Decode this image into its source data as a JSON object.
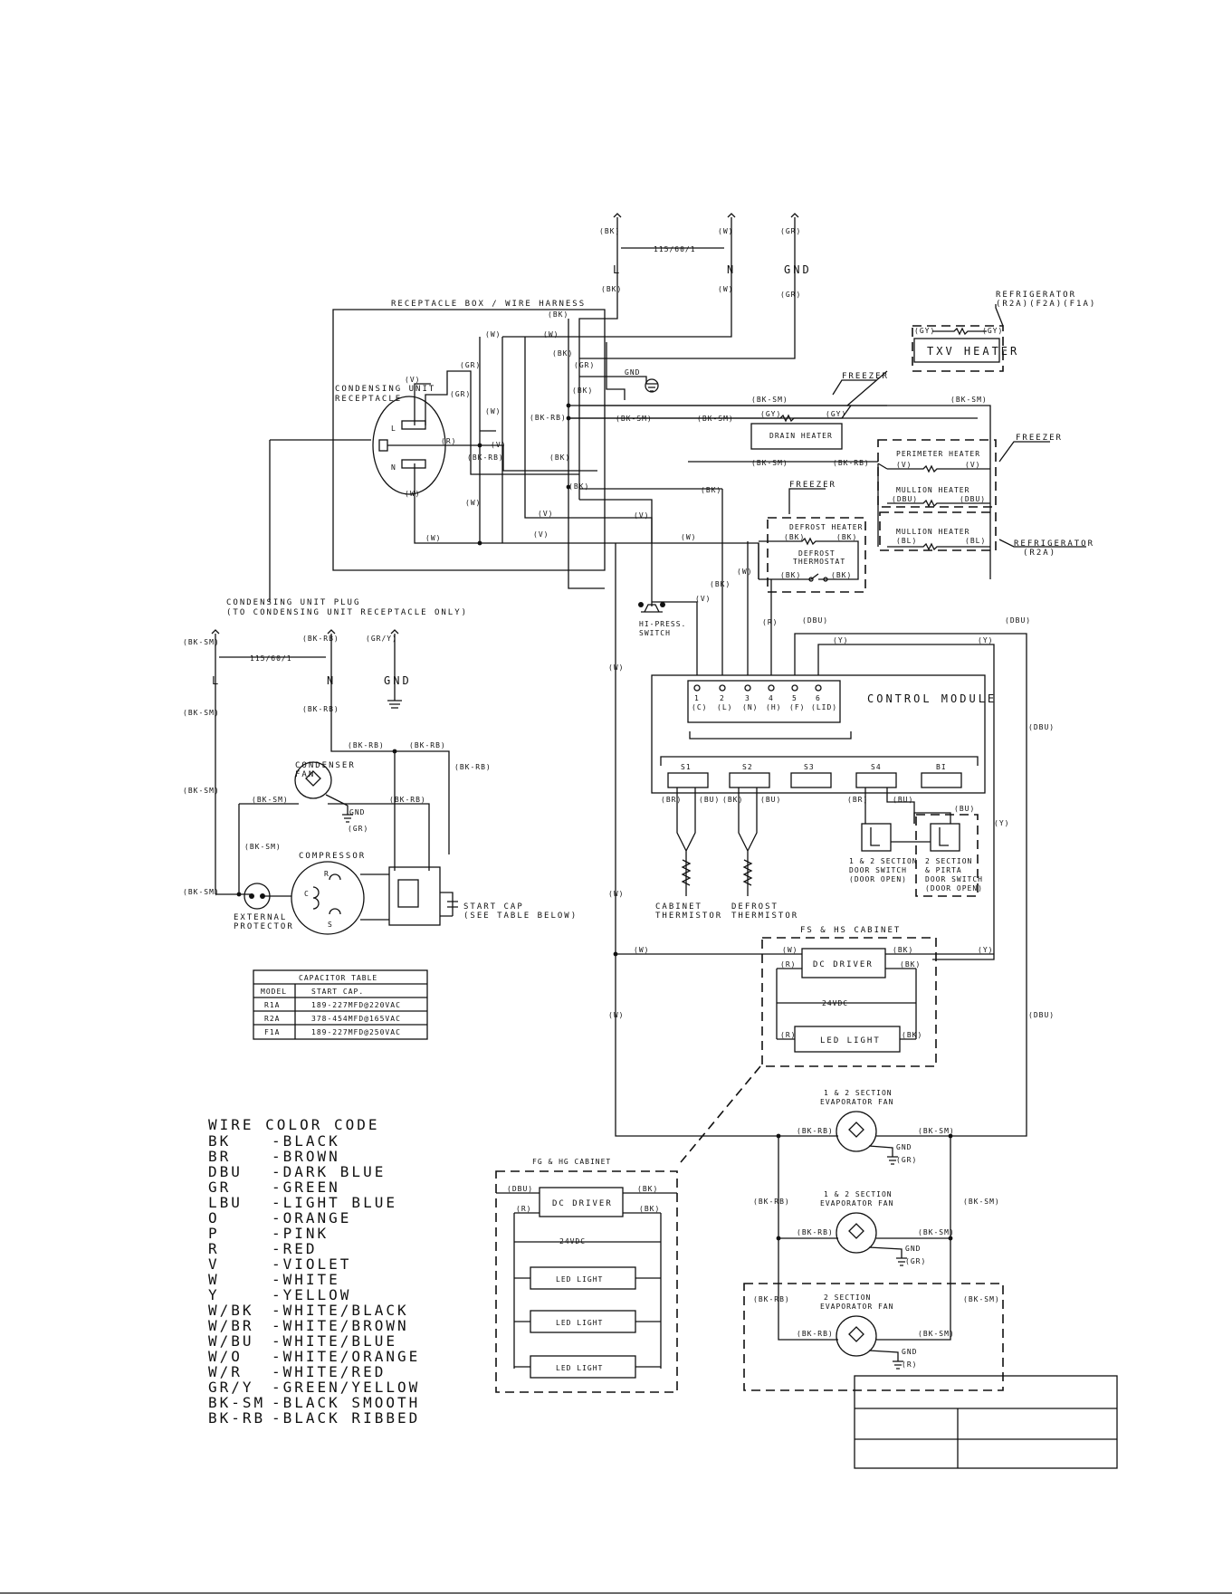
{
  "supply_top": {
    "l_tag": "(BK)",
    "n_tag": "(W)",
    "gnd_tag": "(GR)",
    "voltage": "115/60/1",
    "l": "L",
    "n": "N",
    "gnd": "GND"
  },
  "receptacle_box": "RECEPTACLE BOX / WIRE HARNESS",
  "condensing_unit_receptacle": [
    "CONDENSING UNIT",
    "RECEPTACLE"
  ],
  "refrigerator_r2a_f2a": [
    "REFRIGERATOR",
    "(R2A)(F2A)(F1A)"
  ],
  "txv_heater": "TXV HEATER",
  "freezer_1": "FREEZER",
  "drain_heater": "DRAIN HEATER",
  "freezer_2": "FREEZER",
  "perimeter_heater": "PERIMETER HEATER",
  "mullion_heater_1": "MULLION HEATER",
  "mullion_heater_2": "MULLION HEATER",
  "refrigerator_r2a": [
    "REFRIGERATOR",
    "(R2A)"
  ],
  "freezer_3": "FREEZER",
  "defrost_heater": "DEFROST HEATER",
  "defrost_thermostat": [
    "DEFROST",
    "THERMOSTAT"
  ],
  "hi_press_switch": [
    "HI-PRESS.",
    "SWITCH"
  ],
  "gnd_symbol": "GND",
  "control_module": "CONTROL MODULE",
  "terminals": [
    {
      "num": "1",
      "sub": "(C)"
    },
    {
      "num": "2",
      "sub": "(L)"
    },
    {
      "num": "3",
      "sub": "(N)"
    },
    {
      "num": "4",
      "sub": "(H)"
    },
    {
      "num": "5",
      "sub": "(F)"
    },
    {
      "num": "6",
      "sub": "(LID)"
    }
  ],
  "sensor_ports": [
    "S1",
    "S2",
    "S3",
    "S4",
    "BI"
  ],
  "cabinet_thermistor": [
    "CABINET",
    "THERMISTOR"
  ],
  "defrost_thermistor": [
    "DEFROST",
    "THERMISTOR"
  ],
  "door_switch_1": [
    "1 & 2 SECTION",
    "DOOR SWITCH",
    "(DOOR OPEN)"
  ],
  "door_switch_2": [
    "2 SECTION",
    "& PIRTA",
    "DOOR SWITCH",
    "(DOOR OPEN)"
  ],
  "cu_plug": [
    "CONDENSING UNIT PLUG",
    "(TO CONDENSING UNIT RECEPTACLE ONLY)"
  ],
  "supply_left": {
    "l_tag": "(BK-SM)",
    "n_tag": "(BK-RB)",
    "gnd_tag": "(GR/Y)",
    "voltage": "115/60/1",
    "l": "L",
    "n": "N",
    "gnd": "GND"
  },
  "condenser_fan": [
    "CONDENSER",
    "FAN"
  ],
  "compressor": "COMPRESSOR",
  "external_protector": [
    "EXTERNAL",
    "PROTECTOR"
  ],
  "start_cap": [
    "START CAP",
    "(SEE TABLE BELOW)"
  ],
  "capacitor_table": {
    "title": "CAPACITOR TABLE",
    "headers": [
      "MODEL",
      "START CAP."
    ],
    "rows": [
      [
        "R1A",
        "189-227MFD@220VAC"
      ],
      [
        "R2A",
        "378-454MFD@165VAC"
      ],
      [
        "F1A",
        "189-227MFD@250VAC"
      ]
    ]
  },
  "fs_hs_cabinet": "FS & HS CABINET",
  "fg_hg_cabinet": "FG & HG CABINET",
  "dc_driver": "DC DRIVER",
  "vdc": "24VDC",
  "led_light": "LED LIGHT",
  "evap_fan_1": [
    "1 & 2 SECTION",
    "EVAPORATOR FAN"
  ],
  "evap_fan_2": [
    "1 & 2 SECTION",
    "EVAPORATOR FAN"
  ],
  "evap_fan_3": [
    "2 SECTION",
    "EVAPORATOR FAN"
  ],
  "color_code_title": "WIRE COLOR CODE",
  "color_codes": [
    [
      "BK",
      "-BLACK"
    ],
    [
      "BR",
      "-BROWN"
    ],
    [
      "DBU",
      "-DARK BLUE"
    ],
    [
      "GR",
      "-GREEN"
    ],
    [
      "LBU",
      "-LIGHT BLUE"
    ],
    [
      "O",
      "-ORANGE"
    ],
    [
      "P",
      "-PINK"
    ],
    [
      "R",
      "-RED"
    ],
    [
      "V",
      "-VIOLET"
    ],
    [
      "W",
      "-WHITE"
    ],
    [
      "Y",
      "-YELLOW"
    ],
    [
      "W/BK",
      "-WHITE/BLACK"
    ],
    [
      "W/BR",
      "-WHITE/BROWN"
    ],
    [
      "W/BU",
      "-WHITE/BLUE"
    ],
    [
      "W/O",
      "-WHITE/ORANGE"
    ],
    [
      "W/R",
      "-WHITE/RED"
    ],
    [
      "GR/Y",
      "-GREEN/YELLOW"
    ],
    [
      "BK-SM",
      "-BLACK SMOOTH"
    ],
    [
      "BK-RB",
      "-BLACK RIBBED"
    ]
  ],
  "wire_tags": {
    "bk": "(BK)",
    "w": "(W)",
    "gr": "(GR)",
    "v": "(V)",
    "r": "(R)",
    "y": "(Y)",
    "dbu": "(DBU)",
    "gy": "(GY)",
    "bksm": "(BK-SM)",
    "bkrb": "(BK-RB)",
    "br": "(BR)",
    "bu": "(BU)",
    "bl": "(BL)"
  }
}
